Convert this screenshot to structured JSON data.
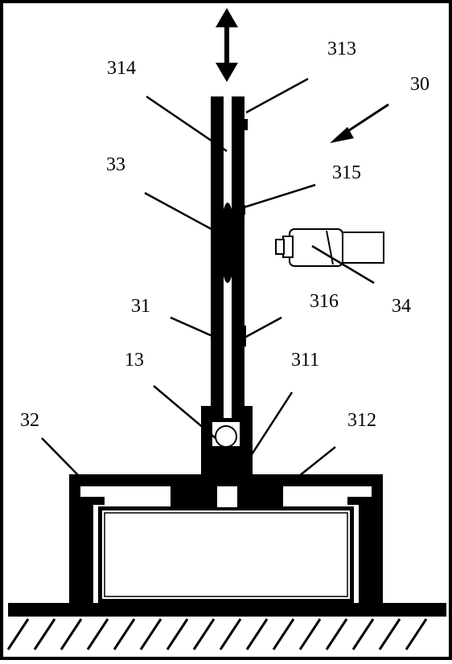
{
  "diagram": {
    "labels": {
      "l30": "30",
      "l313": "313",
      "l314": "314",
      "l33": "33",
      "l315": "315",
      "l316": "316",
      "l34": "34",
      "l31": "31",
      "l13": "13",
      "l311": "311",
      "l32": "32",
      "l312": "312"
    },
    "colors": {
      "ink": "#000000",
      "paper": "#ffffff"
    }
  }
}
